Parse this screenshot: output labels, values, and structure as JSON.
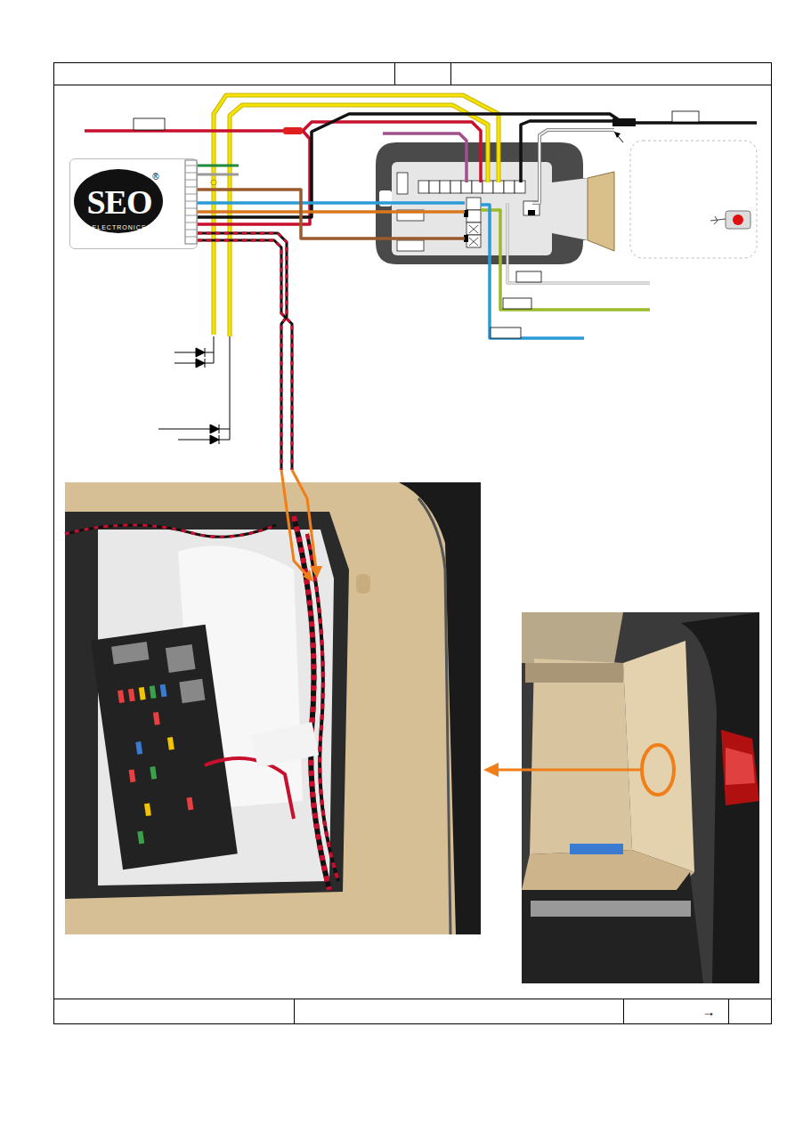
{
  "diagram": {
    "nodes": [
      {
        "text": [
          "SEO",
          "ELECTRONICS",
          "®"
        ]
      }
    ],
    "labels": [
      "→"
    ]
  }
}
